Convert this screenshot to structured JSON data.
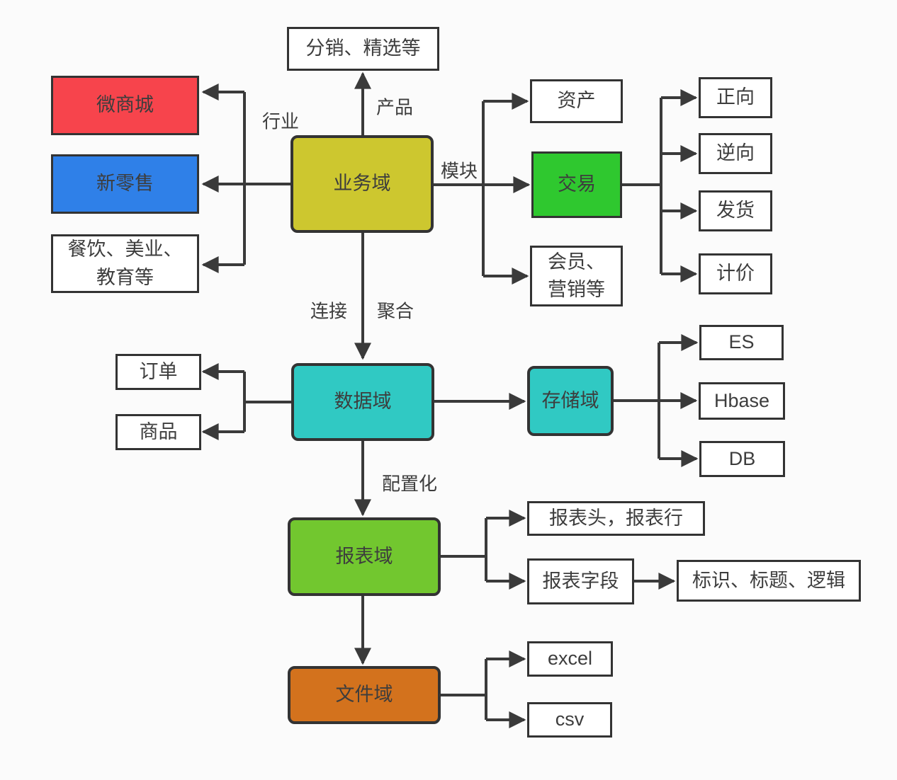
{
  "diagram": {
    "background": "#fbfbfb",
    "line_color": "#3a3a3a",
    "border_color": "#333333",
    "text_color": "#3d3d3d",
    "nodes": {
      "fenxiao": {
        "label": "分销、精选等",
        "color": "#ffffff"
      },
      "weishangcheng": {
        "label": "微商城",
        "color": "#f7444c"
      },
      "xinlingshou": {
        "label": "新零售",
        "color": "#2f80e8"
      },
      "canyin": {
        "label": "餐饮、美业、\n教育等",
        "color": "#ffffff"
      },
      "yewuyu": {
        "label": "业务域",
        "color": "#cdc72f"
      },
      "zichan": {
        "label": "资产",
        "color": "#ffffff"
      },
      "jiaoyi": {
        "label": "交易",
        "color": "#2fc82f"
      },
      "huiyuan": {
        "label": "会员、\n营销等",
        "color": "#ffffff"
      },
      "zhengxiang": {
        "label": "正向",
        "color": "#ffffff"
      },
      "nixiang": {
        "label": "逆向",
        "color": "#ffffff"
      },
      "fahuo": {
        "label": "发货",
        "color": "#ffffff"
      },
      "jijia": {
        "label": "计价",
        "color": "#ffffff"
      },
      "dingdan": {
        "label": "订单",
        "color": "#ffffff"
      },
      "shangpin": {
        "label": "商品",
        "color": "#ffffff"
      },
      "shujuyu": {
        "label": "数据域",
        "color": "#30c9c3"
      },
      "cunchuyu": {
        "label": "存储域",
        "color": "#30c9c3"
      },
      "es": {
        "label": "ES",
        "color": "#ffffff"
      },
      "hbase": {
        "label": "Hbase",
        "color": "#ffffff"
      },
      "db": {
        "label": "DB",
        "color": "#ffffff"
      },
      "baobiaoyu": {
        "label": "报表域",
        "color": "#72c72f"
      },
      "baobiaotou": {
        "label": "报表头，报表行",
        "color": "#ffffff"
      },
      "baobiaoziduan": {
        "label": "报表字段",
        "color": "#ffffff"
      },
      "biaoshi": {
        "label": "标识、标题、逻辑",
        "color": "#ffffff"
      },
      "wenjianyu": {
        "label": "文件域",
        "color": "#d3721d"
      },
      "excel": {
        "label": "excel",
        "color": "#ffffff"
      },
      "csv": {
        "label": "csv",
        "color": "#ffffff"
      }
    },
    "edge_labels": {
      "hangye": "行业",
      "chanpin": "产品",
      "mokuai": "模块",
      "lianjie": "连接",
      "juhe": "聚合",
      "peizhihua": "配置化"
    }
  }
}
